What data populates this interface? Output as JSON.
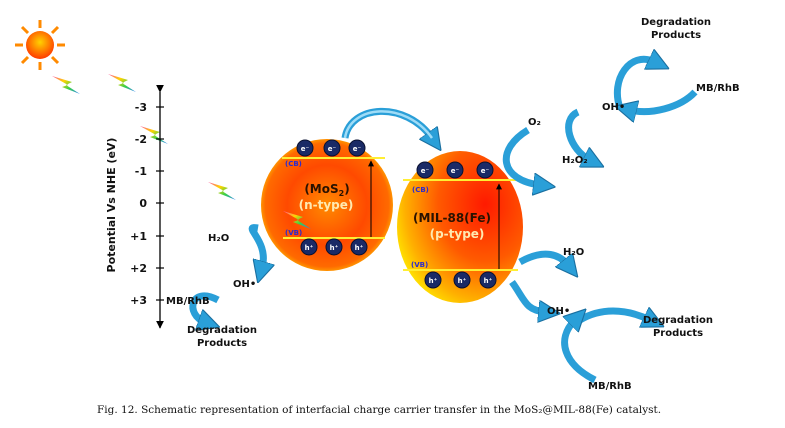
{
  "axis": {
    "label": "Potential Vs NHE (eV)",
    "ticks": [
      "-3",
      "-2",
      "-1",
      "0",
      "+1",
      "+2",
      "+3"
    ]
  },
  "mos2": {
    "name_prefix": "(MoS",
    "name_sub": "2",
    "name_suffix": ")",
    "type": "(n-type)",
    "cb": "(CB)",
    "vb": "(VB)",
    "electron": "e⁻",
    "hole": "h⁺"
  },
  "mil": {
    "name": "(MIL-88(Fe)",
    "type": "(p-type)",
    "cb": "(CB)",
    "vb": "(VB)",
    "electron": "e⁻",
    "hole": "h⁺"
  },
  "species": {
    "h2o_left": "H₂O",
    "oh_left": "OH•",
    "mbrhb_left": "MB/RhB",
    "deg_left_1": "Degradation",
    "deg_left_2": "Products",
    "o2": "O₂",
    "h2o2": "H₂O₂",
    "oh_top": "OH•",
    "mbrhb_top": "MB/RhB",
    "deg_top_1": "Degradation",
    "deg_top_2": "Products",
    "h2o_right": "H₂O",
    "oh_right": "OH•",
    "deg_right_1": "Degradation",
    "deg_right_2": "Products",
    "mbrhb_bottom": "MB/RhB"
  },
  "colors": {
    "arrow": "#2a9fd8",
    "particle_core": "#ff2a00",
    "particle_edge": "#ffd200",
    "carrier": "#1a2a66",
    "band_label": "#2b2bd0"
  },
  "icons": [
    "sun-icon",
    "lightning-icon"
  ],
  "caption": "Fig. 12.  Schematic representation of interfacial charge carrier transfer in the MoS₂@MIL-88(Fe) catalyst."
}
